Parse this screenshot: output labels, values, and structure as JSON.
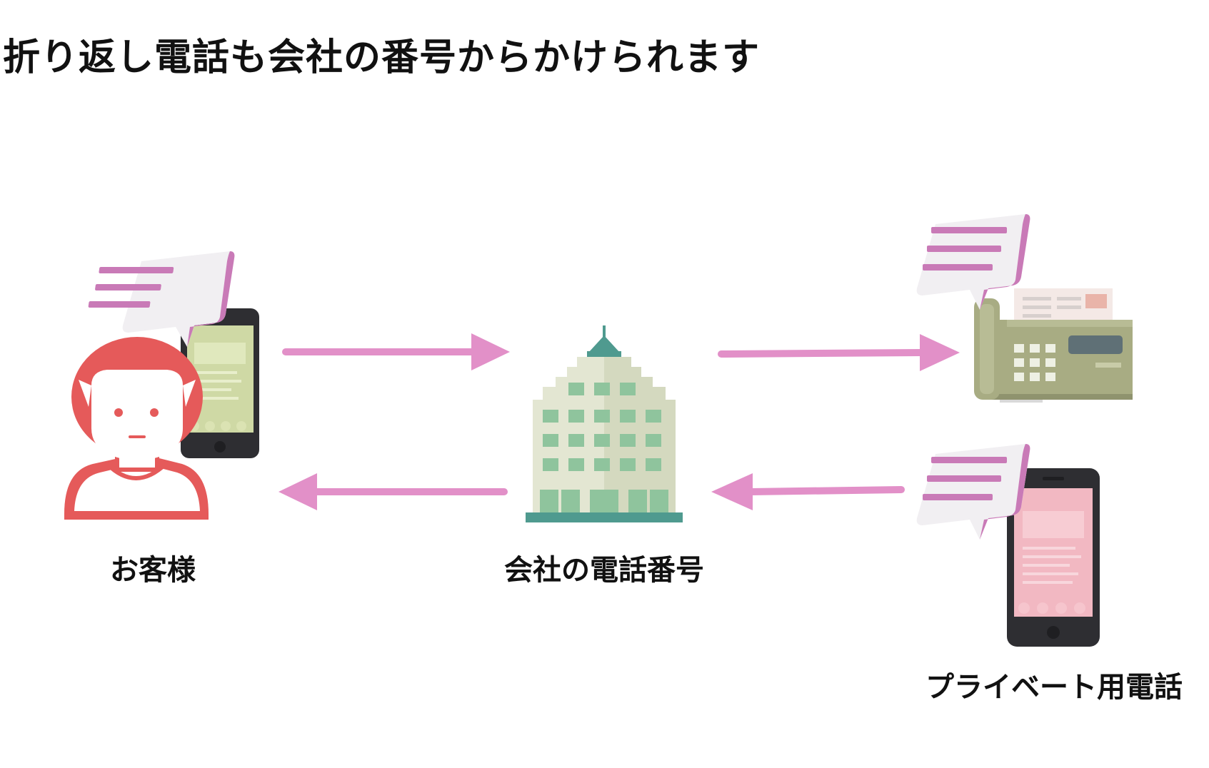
{
  "title": "折り返し電話も会社の番号からかけられます",
  "nodes": {
    "customer": {
      "label": "お客様"
    },
    "company": {
      "label": "会社の電話番号"
    },
    "private_phone": {
      "label": "プライベート用電話"
    }
  },
  "colors": {
    "arrow": "#e290c8",
    "speech_lines": "#c97ab7",
    "speech_bubble": "#f1eff2",
    "avatar": "#e55a5a",
    "building_window": "#8fc49d",
    "building_top": "#4f9a8f",
    "fax_body": "#a8ac83",
    "phone_screen_green": "#cfd9a5",
    "phone_screen_pink": "#f2b8c2",
    "phone_dark": "#2e2e32"
  }
}
